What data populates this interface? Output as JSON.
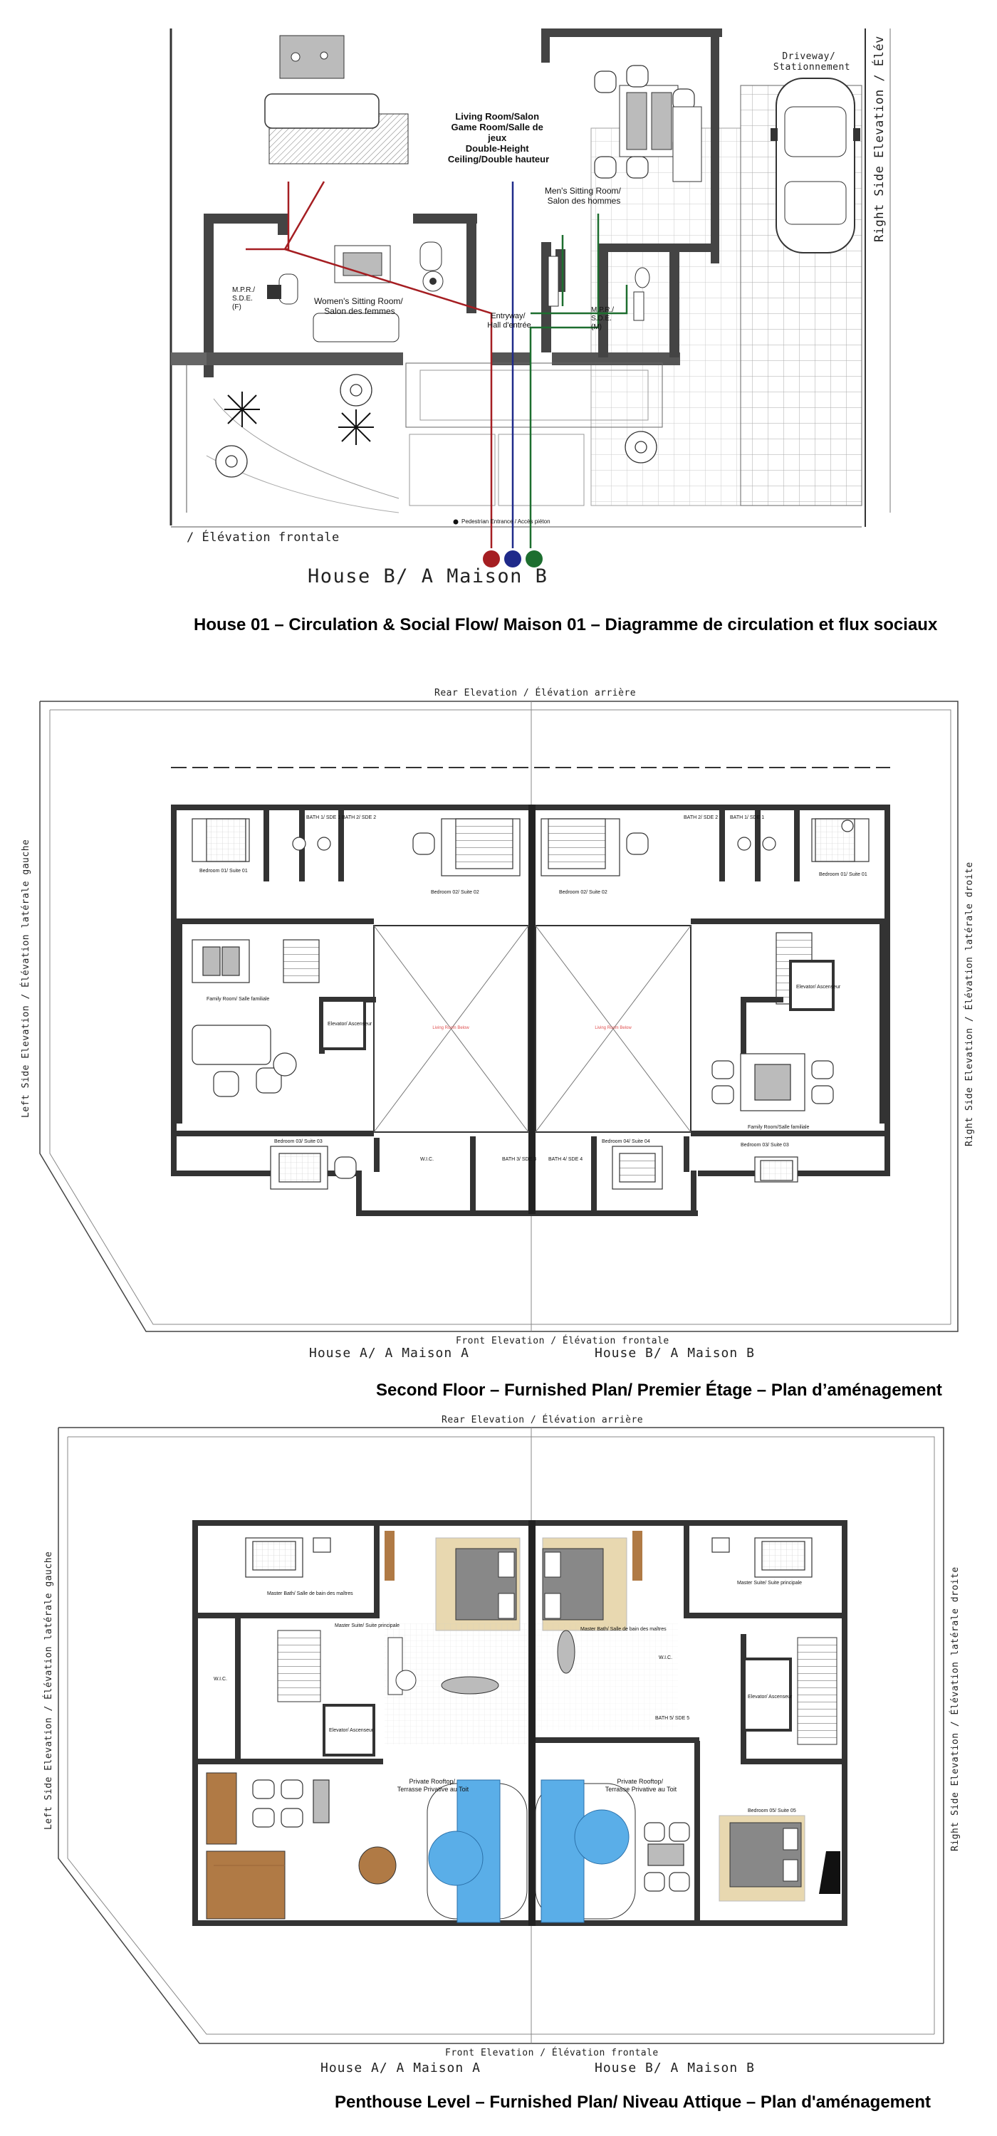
{
  "section1": {
    "rooms": {
      "living_l1": "Living Room/Salon",
      "living_l2": "Game Room/Salle de",
      "living_l3": "jeux",
      "living_l4": "Double-Height",
      "living_l5": "Ceiling/Double hauteur",
      "mens_l1": "Men's Sitting Room/",
      "mens_l2": "Salon des hommes",
      "womens_l1": "Women's Sitting Room/",
      "womens_l2": "Salon des femmes",
      "entry_l1": "Entryway/",
      "entry_l2": "Hall d'entrée",
      "mpr_f_l1": "M.P.R./",
      "mpr_f_l2": "S.D.E.",
      "mpr_f_l3": "(F)",
      "mpr_m_l1": "M.P.R./",
      "mpr_m_l2": "S.D.E.",
      "mpr_m_l3": "(M)",
      "driveway_l1": "Driveway/",
      "driveway_l2": "Stationnement",
      "pedestrian": "Pedestrian Entrance / Accès piéton"
    },
    "right_elev": "Right Side Elevation / Élév",
    "front_elev": "/ Élévation frontale",
    "house_label": "House B/ A Maison B",
    "caption": "House 01 – Circulation & Social Flow/ Maison 01 – Diagramme de circulation et flux sociaux",
    "flow_colors": {
      "women": "#a51e22",
      "living": "#1f2a8a",
      "men": "#1d6e2f"
    }
  },
  "section2": {
    "rear_elev": "Rear Elevation / Élévation arrière",
    "front_elev": "Front Elevation / Élévation frontale",
    "left_elev": "Left Side Elevation / Élévation latérale gauche",
    "right_elev": "Right Side Elevation / Élévation latérale droite",
    "house_a": "House A/ A Maison A",
    "house_b": "House B/ A Maison B",
    "caption": "Second Floor – Furnished Plan/ Premier Étage – Plan d’aménagement",
    "rooms": {
      "bed01_a": "Bedroom 01/ Suite 01",
      "bed02_a": "Bedroom 02/ Suite 02",
      "bed02_b": "Bedroom 02/ Suite 02",
      "bed01_b": "Bedroom 01/ Suite 01",
      "bath1_a": "BATH 1/ SDE 1",
      "bath2_a": "BATH 2/ SDE 2",
      "bath2_b": "BATH 2/ SDE 2",
      "bath1_b": "BATH 1/ SDE 1",
      "family_a": "Family Room/ Salle familiale",
      "family_b": "Family Room/Salle familiale",
      "elevator_a": "Elevator/ Ascenseur",
      "elevator_b": "Elevator/ Ascenseur",
      "bed03_a": "Bedroom 03/ Suite 03",
      "bed04_b": "Bedroom 04/ Suite 04",
      "bed03_b": "Bedroom 03/ Suite 03",
      "wic_a": "W.I.C.",
      "bath3_a": "BATH 3/ SDE 3",
      "bath4_b": "BATH 4/ SDE 4",
      "open_to_below_a": "Living Room Below",
      "open_to_below_b": "Living Room Below"
    }
  },
  "section3": {
    "rear_elev": "Rear Elevation / Élévation arrière",
    "front_elev": "Front Elevation / Élévation frontale",
    "left_elev": "Left Side Elevation / Élévation latérale gauche",
    "right_elev": "Right Side Elevation / Élévation latérale droite",
    "house_a": "House A/ A Maison A",
    "house_b": "House B/ A Maison B",
    "caption": "Penthouse Level – Furnished Plan/ Niveau Attique – Plan d'aménagement",
    "rooms": {
      "master_bath_a": "Master Bath/ Salle de bain des maîtres",
      "master_suite_a": "Master Suite/ Suite principale",
      "master_bath_b": "Master Bath/ Salle de bain des maîtres",
      "master_suite_b": "Master Suite/ Suite principale",
      "wic_a": "W.I.C.",
      "wic_b": "W.I.C.",
      "elevator_a": "Elevator/ Ascenseur",
      "elevator_b": "Elevator/ Ascenseur",
      "rooftop_a_l1": "Private Rooftop/",
      "rooftop_a_l2": "Terrasse Privative au Toit",
      "rooftop_b_l1": "Private Rooftop/",
      "rooftop_b_l2": "Terrasse Privative au Toit",
      "bed05_b": "Bedroom 05/ Suite 05",
      "bath5_b": "BATH 5/ SDE 5"
    },
    "colors": {
      "pool": "#5aaee8",
      "deck": "#b07a45",
      "rug": "#e8d8b0"
    }
  }
}
